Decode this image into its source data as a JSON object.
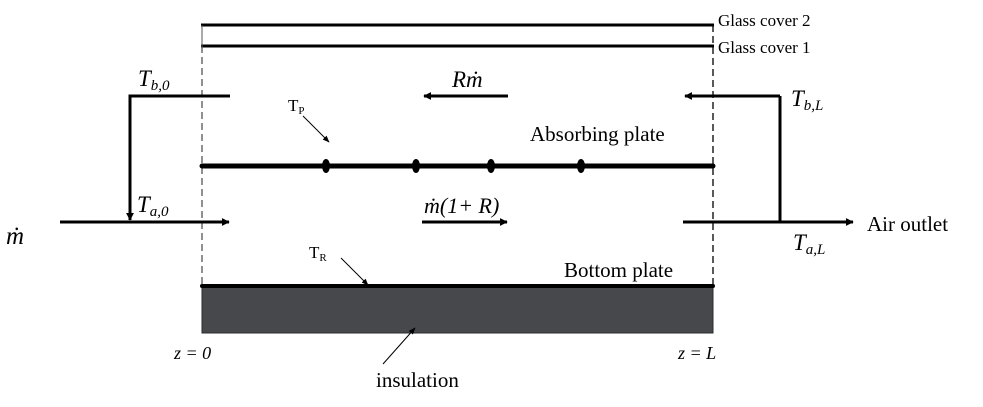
{
  "diagram": {
    "title": "Double-pass solar air collector with recycle",
    "layers": {
      "glass_cover_2": "Glass cover 2",
      "glass_cover_1": "Glass cover 1",
      "absorbing_plate": "Absorbing plate",
      "bottom_plate": "Bottom plate",
      "insulation": "insulation"
    },
    "temperatures": {
      "t_b0_main": "T",
      "t_b0_sub": "b,0",
      "t_bL_main": "T",
      "t_bL_sub": "b,L",
      "t_a0_main": "T",
      "t_a0_sub": "a,0",
      "t_aL_main": "T",
      "t_aL_sub": "a,L",
      "t_p_main": "T",
      "t_p_sub": "P",
      "t_r_main": "T",
      "t_r_sub": "R"
    },
    "flows": {
      "inlet": "ṁ",
      "recycle": "Rṁ",
      "combined": "ṁ(1+ R)",
      "outlet": "Air outlet"
    },
    "positions": {
      "z_start": "z = 0",
      "z_end": "z = L"
    },
    "colors": {
      "line": "#000000",
      "insulation_fill": "#46484c",
      "dashed": "#555555"
    }
  }
}
